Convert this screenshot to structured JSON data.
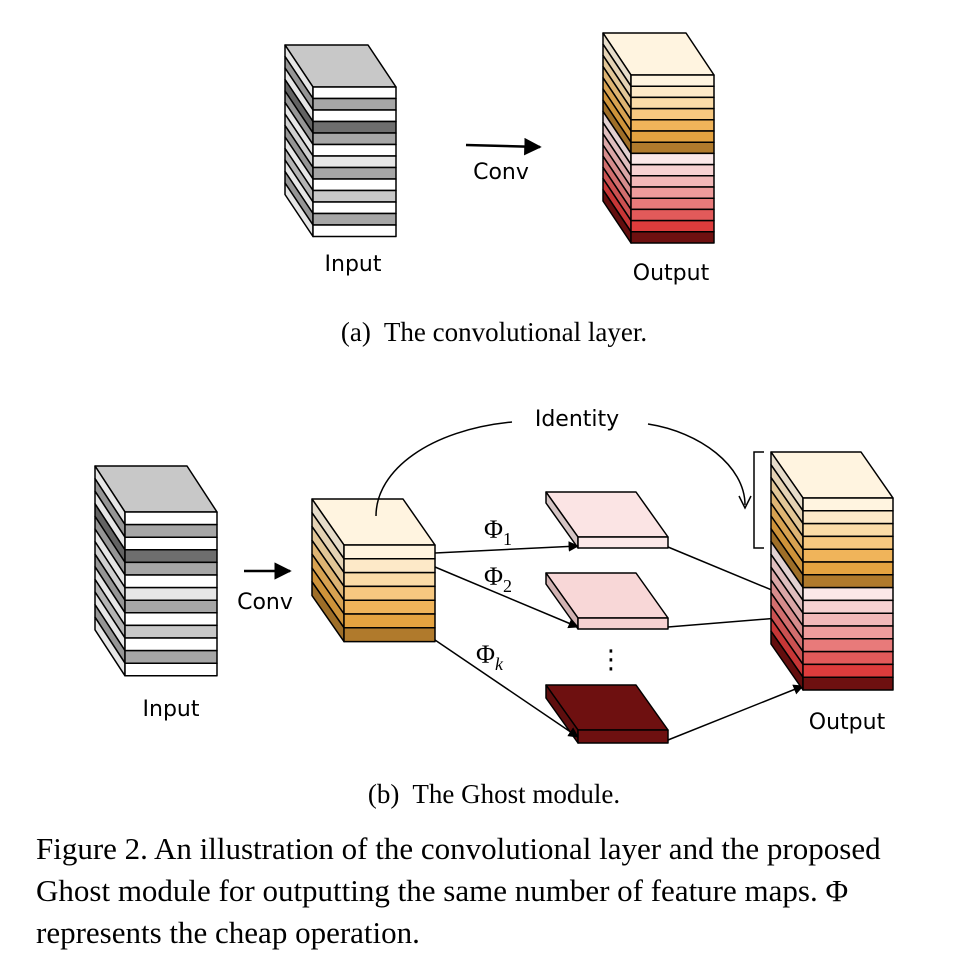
{
  "panel_a": {
    "input_label": "Input",
    "op_label": "Conv",
    "output_label": "Output",
    "subcaption": "(a)  The convolutional layer."
  },
  "panel_b": {
    "input_label": "Input",
    "op_label": "Conv",
    "identity_label": "Identity",
    "phi_1": "Φ",
    "phi_1_sub": "1",
    "phi_2": "Φ",
    "phi_2_sub": "2",
    "phi_k": "Φ",
    "phi_k_sub": "k",
    "ellipsis": "⋮",
    "output_label": "Output",
    "subcaption": "(b)  The Ghost module."
  },
  "caption": {
    "lines": [
      "Figure 2. An illustration of the convolutional layer and the proposed",
      "Ghost module for outputting the same number of feature maps. Φ",
      "represents the cheap operation."
    ]
  },
  "colors": {
    "input_stripes": [
      "#ffffff",
      "#a6a6a6",
      "#ffffff",
      "#6e6e6e",
      "#a6a6a6",
      "#ffffff",
      "#e6e6e6",
      "#a6a6a6",
      "#ffffff",
      "#c8c8c8",
      "#ffffff",
      "#a6a6a6",
      "#ffffff"
    ],
    "input_top": "#c8c8c8",
    "intrinsic_stripes": [
      "#fff4e0",
      "#fde9c8",
      "#fbdca8",
      "#f7c880",
      "#f0b45a",
      "#e5a340",
      "#b07a2c"
    ],
    "ghost_stripes": [
      "#fbe8e8",
      "#f7d2d2",
      "#f2b8b8",
      "#ee9c9c",
      "#e87a7a",
      "#e25a5a",
      "#dd3c3c",
      "#6e1010"
    ],
    "ghost_top_1": "#fbe4e4",
    "ghost_top_2": "#f8d7d7",
    "ghost_top_k": "#6e1010",
    "output_top": "#fff4e0"
  }
}
